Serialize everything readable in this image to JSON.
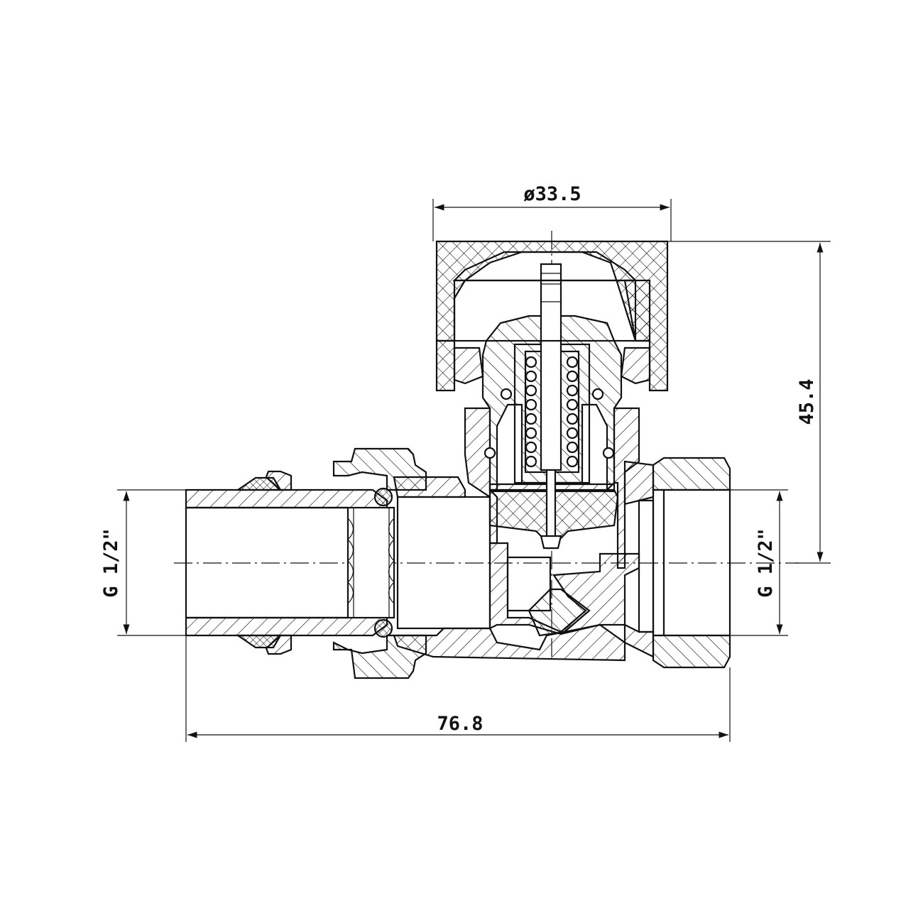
{
  "dimensions": {
    "cap_diameter": "ø33.5",
    "height": "45.4",
    "overall_length": "76.8",
    "left_thread": "G 1/2\"",
    "right_thread": "G 1/2\""
  },
  "colors": {
    "line": "#111111",
    "background": "#ffffff"
  }
}
